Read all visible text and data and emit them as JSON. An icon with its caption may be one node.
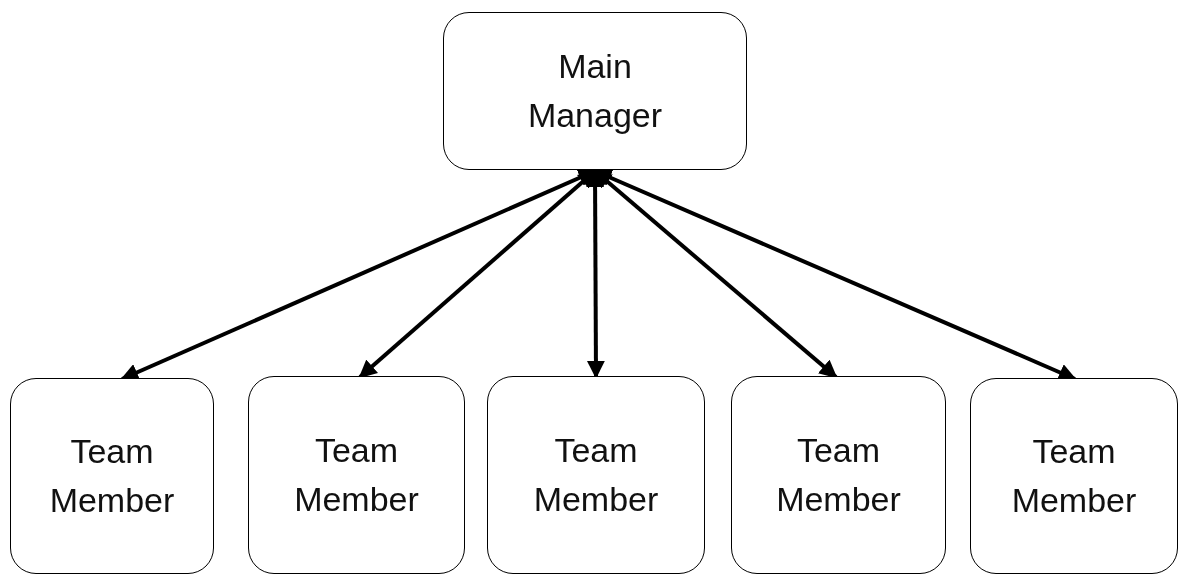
{
  "diagram": {
    "nodes": [
      {
        "text": [
          "Main Manager"
        ]
      },
      {
        "text": [
          "Team Member"
        ]
      },
      {
        "text": [
          "Team Member"
        ]
      },
      {
        "text": [
          "Team Member"
        ]
      },
      {
        "text": [
          "Team Member"
        ]
      },
      {
        "text": [
          "Team Member"
        ]
      }
    ],
    "edges": [
      {
        "from": 0,
        "to": 1,
        "arrow": "both"
      },
      {
        "from": 0,
        "to": 2,
        "arrow": "both"
      },
      {
        "from": 0,
        "to": 3,
        "arrow": "both"
      },
      {
        "from": 0,
        "to": 4,
        "arrow": "both"
      },
      {
        "from": 0,
        "to": 5,
        "arrow": "both"
      }
    ]
  }
}
